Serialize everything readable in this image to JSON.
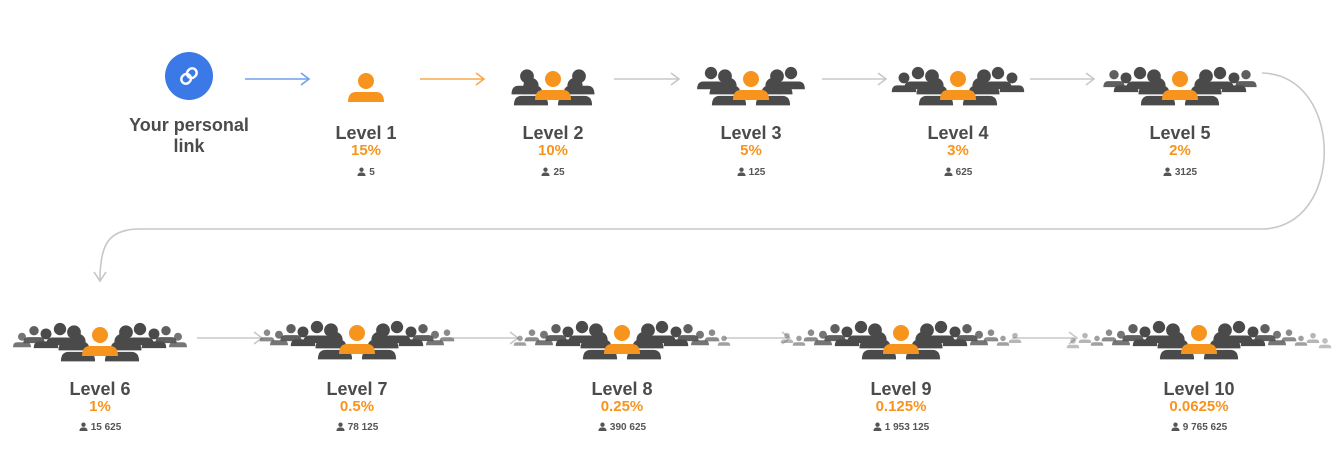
{
  "start": {
    "label": "Your personal link",
    "icon": "link-icon",
    "color": "#3b7ae6"
  },
  "colors": {
    "accent": "#f7941d",
    "people": "#4a4a4a",
    "arrow_blue": "#6fa0ea",
    "arrow_orange": "#f7a84a",
    "arrow_gray": "#c8c8c8"
  },
  "levels": [
    {
      "title": "Level 1",
      "percent": "15%",
      "count": "5"
    },
    {
      "title": "Level 2",
      "percent": "10%",
      "count": "25"
    },
    {
      "title": "Level 3",
      "percent": "5%",
      "count": "125"
    },
    {
      "title": "Level 4",
      "percent": "3%",
      "count": "625"
    },
    {
      "title": "Level 5",
      "percent": "2%",
      "count": "3125"
    },
    {
      "title": "Level 6",
      "percent": "1%",
      "count": "15 625"
    },
    {
      "title": "Level 7",
      "percent": "0.5%",
      "count": "78 125"
    },
    {
      "title": "Level 8",
      "percent": "0.25%",
      "count": "390 625"
    },
    {
      "title": "Level 9",
      "percent": "0.125%",
      "count": "1 953 125"
    },
    {
      "title": "Level 10",
      "percent": "0.0625%",
      "count": "9 765 625"
    }
  ]
}
